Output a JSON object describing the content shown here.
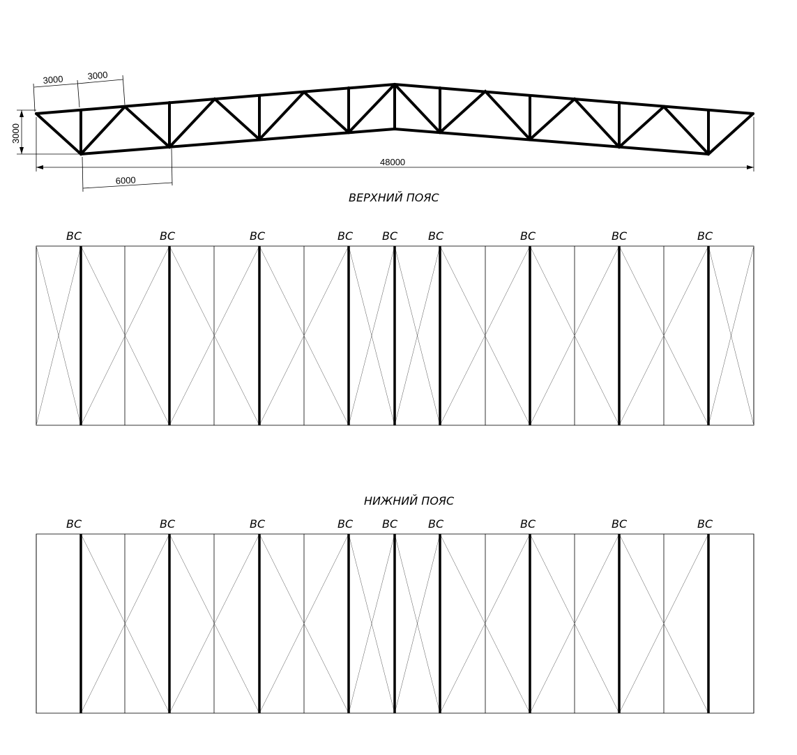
{
  "truss": {
    "dims": {
      "panel_top_1": "3000",
      "panel_top_2": "3000",
      "height": "3000",
      "panel_bottom": "6000",
      "span": "48000"
    }
  },
  "top_chord": {
    "title": "ВЕРХНИЙ ПОЯС"
  },
  "bottom_chord": {
    "title": "НИЖНИЙ ПОЯС"
  },
  "vs_label": "ВС"
}
